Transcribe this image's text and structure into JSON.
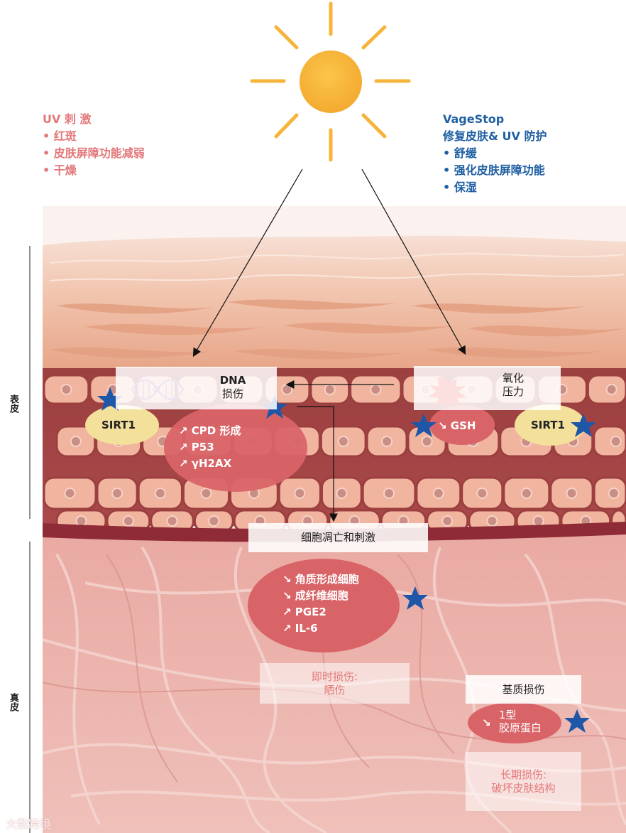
{
  "uv_block": {
    "title": "UV 刺 激",
    "items": [
      "• 红斑",
      "• 皮肤屏障功能减弱",
      "• 干燥"
    ]
  },
  "vagestop_block": {
    "title": "VageStop",
    "subtitle": "修复皮肤& UV 防护",
    "items": [
      "• 舒缓",
      "• 强化皮肤屏障功能",
      "• 保湿"
    ]
  },
  "epidermis": {
    "side_label": "表皮",
    "dna_box": {
      "line1": "DNA",
      "line2": "损伤"
    },
    "oxidative_box": {
      "line1": "氧化",
      "line2": "压力"
    },
    "sirt1_left": "SIRT1",
    "sirt1_right": "SIRT1",
    "gsh_label": "↘ GSH",
    "dna_markers": [
      "↗ CPD 形成",
      "↗ P53",
      "↗ γH2AX"
    ]
  },
  "apoptosis_box": "细胞凋亡和刺激",
  "dermis": {
    "side_label": "真皮",
    "cell_markers": [
      "↘ 角质形成细胞",
      "↘ 成纤维细胞",
      "↗ PGE2",
      "↗ IL-6"
    ],
    "immediate_damage": {
      "line1": "即时损伤:",
      "line2": "晒伤"
    },
    "matrix_damage": "基质损伤",
    "collagen": {
      "arrow": "↘",
      "line1": "1型",
      "line2": "胶原蛋白"
    },
    "long_term_damage": {
      "line1": "长期损伤:",
      "line2": "破坏皮肤结构"
    }
  },
  "watermark": "大数跨境",
  "colors": {
    "sun": "#f6b43b",
    "uv_text": "#e3787a",
    "vagestop_text": "#1f5fa3",
    "star": "#1e56a8",
    "oval": "#d96468",
    "sirt1_oval": "#f3e09a",
    "skin_top": "#f3c9b5",
    "dermis": "#eab4ad",
    "basal_line": "#8e2b36"
  }
}
